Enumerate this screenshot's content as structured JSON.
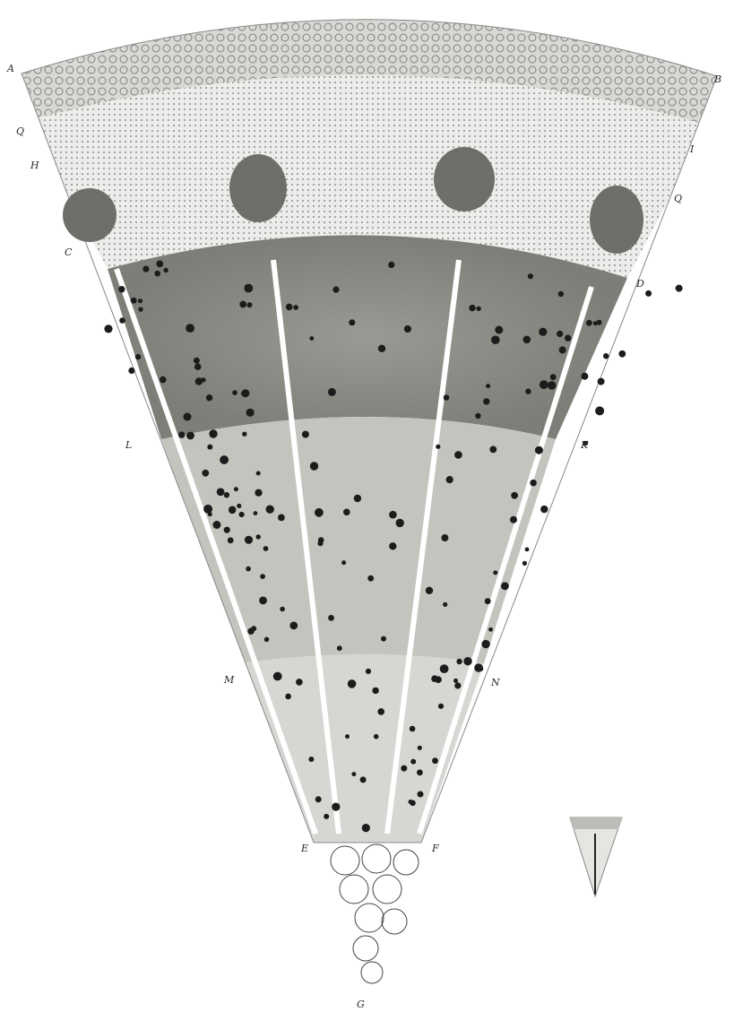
{
  "figure": {
    "labels": {
      "A": "A",
      "B": "B",
      "Q_left": "Q",
      "H": "H",
      "I": "I",
      "Q_right": "Q",
      "C": "C",
      "D": "D",
      "L": "L",
      "K": "K",
      "M": "M",
      "N": "N",
      "E": "E",
      "F": "F",
      "G": "G"
    }
  },
  "colors": {
    "paper": "#ffffff",
    "bark_band": "#d8d8d4",
    "cortex": "#ececea",
    "outer_wood": "#8f8f8a",
    "inner_wood": "#c4c4bf",
    "innermost_wood": "#d6d6d2",
    "pore": "#1c1c1c",
    "ink": "#2a2a2a"
  }
}
